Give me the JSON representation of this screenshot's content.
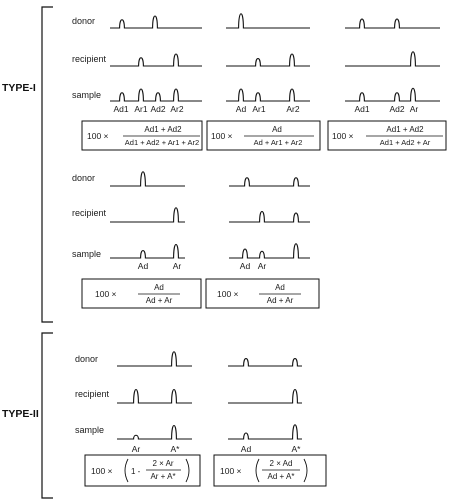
{
  "types": [
    {
      "label": "TYPE-I",
      "rows": [
        {
          "panels": [
            {
              "labels": {
                "donor": "donor",
                "recipient": "recipient",
                "sample": "sample"
              },
              "peaks": {
                "donor": [
                  0.55,
                  0.8
                ],
                "recipient": [
                  0.55,
                  0.8
                ],
                "sample": [
                  0.55,
                  0.8,
                  0.55,
                  0.8
                ]
              },
              "axis_labels": [
                "Ad1",
                "Ar1",
                "Ad2",
                "Ar2"
              ],
              "formula": {
                "prefix": "100 ×",
                "numerator": "Ad1 + Ad2",
                "denominator": "Ad1 + Ad2 + Ar1 + Ar2"
              }
            },
            {
              "labels": {
                "donor": "",
                "recipient": "",
                "sample": ""
              },
              "peaks": {
                "donor": [
                  0.95
                ],
                "recipient": [
                  0.5,
                  0.8
                ],
                "sample": [
                  0.8,
                  0.55,
                  0.8
                ]
              },
              "axis_labels": [
                "Ad",
                "Ar1",
                "Ar2"
              ],
              "formula": {
                "prefix": "100 ×",
                "numerator": "Ad",
                "denominator": "Ad + Ar1 + Ar2"
              }
            },
            {
              "labels": {
                "donor": "",
                "recipient": "",
                "sample": ""
              },
              "peaks": {
                "donor": [
                  0.6,
                  0.6
                ],
                "recipient": [
                  0.95
                ],
                "sample": [
                  0.55,
                  0.55,
                  0.85
                ]
              },
              "axis_labels": [
                "Ad1",
                "Ad2",
                "Ar"
              ],
              "formula": {
                "prefix": "100 ×",
                "numerator": "Ad1 + Ad2",
                "denominator": "Ad1 + Ad2 + Ar"
              }
            }
          ]
        },
        {
          "panels": [
            {
              "labels": {
                "donor": "donor",
                "recipient": "recipient",
                "sample": "sample"
              },
              "peaks": {
                "donor": [
                  0.95
                ],
                "recipient": [
                  0.95
                ],
                "sample": [
                  0.5,
                  0.9
                ]
              },
              "axis_labels": [
                "Ad",
                "Ar"
              ],
              "formula": {
                "prefix": "100 ×",
                "numerator": "Ad",
                "denominator": "Ad + Ar"
              }
            },
            {
              "labels": {
                "donor": "",
                "recipient": "",
                "sample": ""
              },
              "peaks": {
                "donor": [
                  0.55,
                  0.55
                ],
                "recipient": [
                  0.7,
                  0.6
                ],
                "sample": [
                  0.6,
                  0.45,
                  0.95
                ]
              },
              "axis_labels": [
                "Ad",
                "Ar"
              ],
              "formula": {
                "prefix": "100 ×",
                "numerator": "Ad",
                "denominator": "Ad + Ar"
              }
            }
          ]
        }
      ]
    },
    {
      "label": "TYPE-II",
      "rows": [
        {
          "panels": [
            {
              "labels": {
                "donor": "donor",
                "recipient": "recipient",
                "sample": "sample"
              },
              "peaks": {
                "donor": [
                  0.95
                ],
                "recipient": [
                  0.9,
                  0.9
                ],
                "sample": [
                  0.25,
                  0.9
                ]
              },
              "axis_labels": [
                "Ar",
                "A*"
              ],
              "formula": {
                "prefix": "100 ×",
                "inner_prefix": "1 -",
                "numerator": "2 × Ar",
                "denominator": "Ar + A*"
              }
            },
            {
              "labels": {
                "donor": "",
                "recipient": "",
                "sample": ""
              },
              "peaks": {
                "donor": [
                  0.5,
                  0.5
                ],
                "recipient": [
                  0.9
                ],
                "sample": [
                  0.4,
                  0.95
                ]
              },
              "axis_labels": [
                "Ad",
                "A*"
              ],
              "formula": {
                "prefix": "100 ×",
                "numerator": "2 × Ad",
                "denominator": "Ad + A*"
              }
            }
          ]
        }
      ]
    }
  ]
}
